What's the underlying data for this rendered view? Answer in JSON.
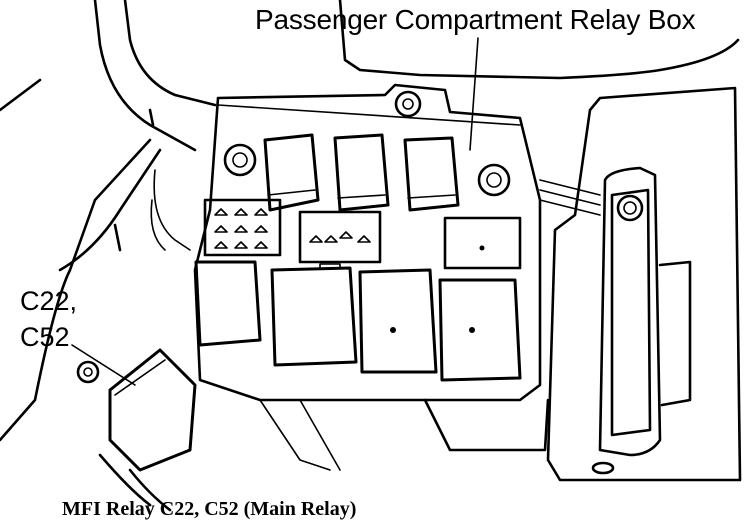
{
  "labels": {
    "relay_box": "Passenger Compartment Relay Box",
    "c22": "C22,",
    "c52": "C52"
  },
  "caption": "MFI Relay C22, C52 (Main Relay)",
  "components": {
    "upper_relays": 3,
    "lower_relays": 5,
    "fuse_block_left_slots": 9,
    "fuse_block_center_slots": 4
  },
  "colors": {
    "ink": "#000000",
    "paper": "#ffffff"
  }
}
